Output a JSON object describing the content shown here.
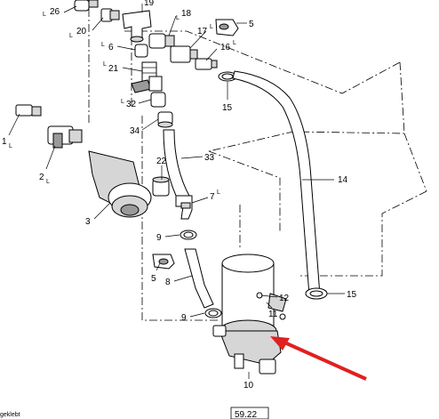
{
  "diagram": {
    "callouts": [
      {
        "id": "c26",
        "text": "26",
        "prefix": "L"
      },
      {
        "id": "c19",
        "text": "19"
      },
      {
        "id": "c18",
        "text": "18",
        "prefix": "L"
      },
      {
        "id": "c5a",
        "text": "5"
      },
      {
        "id": "c20",
        "text": "20",
        "prefix": "L"
      },
      {
        "id": "c17",
        "text": "17",
        "prefix": "L"
      },
      {
        "id": "c16",
        "text": "16",
        "prefix": "L"
      },
      {
        "id": "c6",
        "text": "6",
        "prefix": "L"
      },
      {
        "id": "c21",
        "text": "21",
        "prefix": "L"
      },
      {
        "id": "c15a",
        "text": "15"
      },
      {
        "id": "c32",
        "text": "32",
        "prefix": "L"
      },
      {
        "id": "c1",
        "text": "1",
        "suffix": "L"
      },
      {
        "id": "c34",
        "text": "34"
      },
      {
        "id": "c33",
        "text": "33"
      },
      {
        "id": "c22",
        "text": "22"
      },
      {
        "id": "c2",
        "text": "2",
        "suffix": "L"
      },
      {
        "id": "c14",
        "text": "14"
      },
      {
        "id": "c7",
        "text": "7",
        "suffix": "L"
      },
      {
        "id": "c3",
        "text": "3"
      },
      {
        "id": "c9a",
        "text": "9"
      },
      {
        "id": "c5b",
        "text": "5"
      },
      {
        "id": "c8",
        "text": "8"
      },
      {
        "id": "c12",
        "text": "12"
      },
      {
        "id": "c15b",
        "text": "15"
      },
      {
        "id": "c11",
        "text": "11"
      },
      {
        "id": "c9b",
        "text": "9"
      },
      {
        "id": "c10",
        "text": "10"
      }
    ],
    "reference": "59.22",
    "footer_text": "geklebt",
    "arrow_color": "#e02020"
  }
}
